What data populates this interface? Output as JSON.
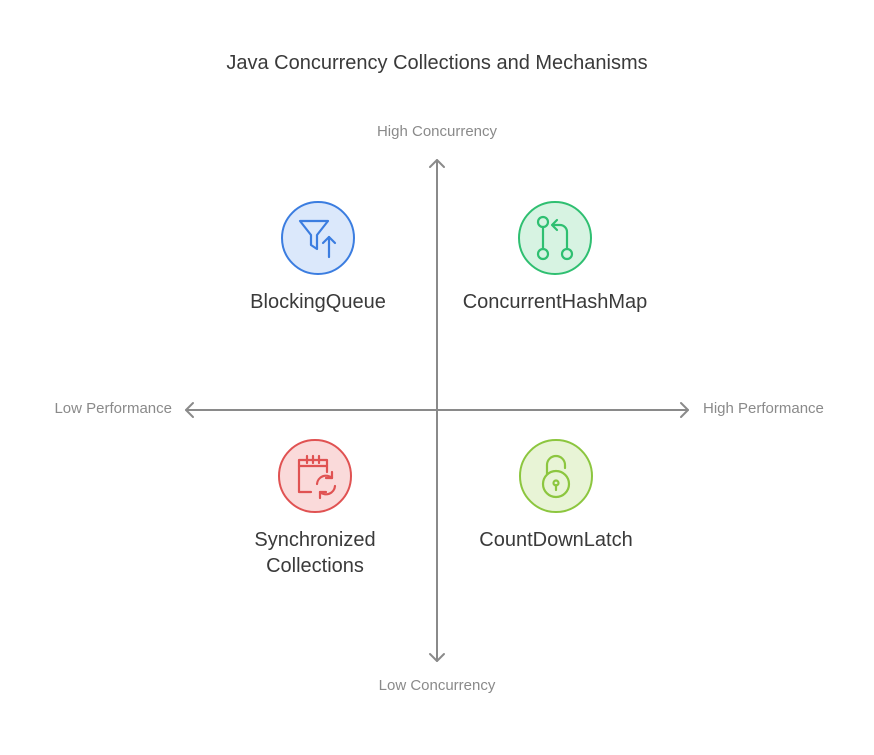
{
  "title": "Java Concurrency Collections and Mechanisms",
  "axes": {
    "top": "High Concurrency",
    "bottom": "Low Concurrency",
    "left": "Low Performance",
    "right": "High Performance"
  },
  "quadrants": [
    {
      "id": "top-left",
      "label": "BlockingQueue",
      "icon": "funnel-arrow-up-icon",
      "color": "#3b7de0",
      "fill": "#dbe8fb"
    },
    {
      "id": "top-right",
      "label": "ConcurrentHashMap",
      "icon": "git-pull-request-icon",
      "color": "#2fbf71",
      "fill": "#d7f3e2"
    },
    {
      "id": "bottom-left",
      "label": "Synchronized\nCollections",
      "icon": "calendar-sync-icon",
      "color": "#e05252",
      "fill": "#fadada"
    },
    {
      "id": "bottom-right",
      "label": "CountDownLatch",
      "icon": "unlocked-padlock-icon",
      "color": "#8cc63f",
      "fill": "#e8f4d6"
    }
  ]
}
